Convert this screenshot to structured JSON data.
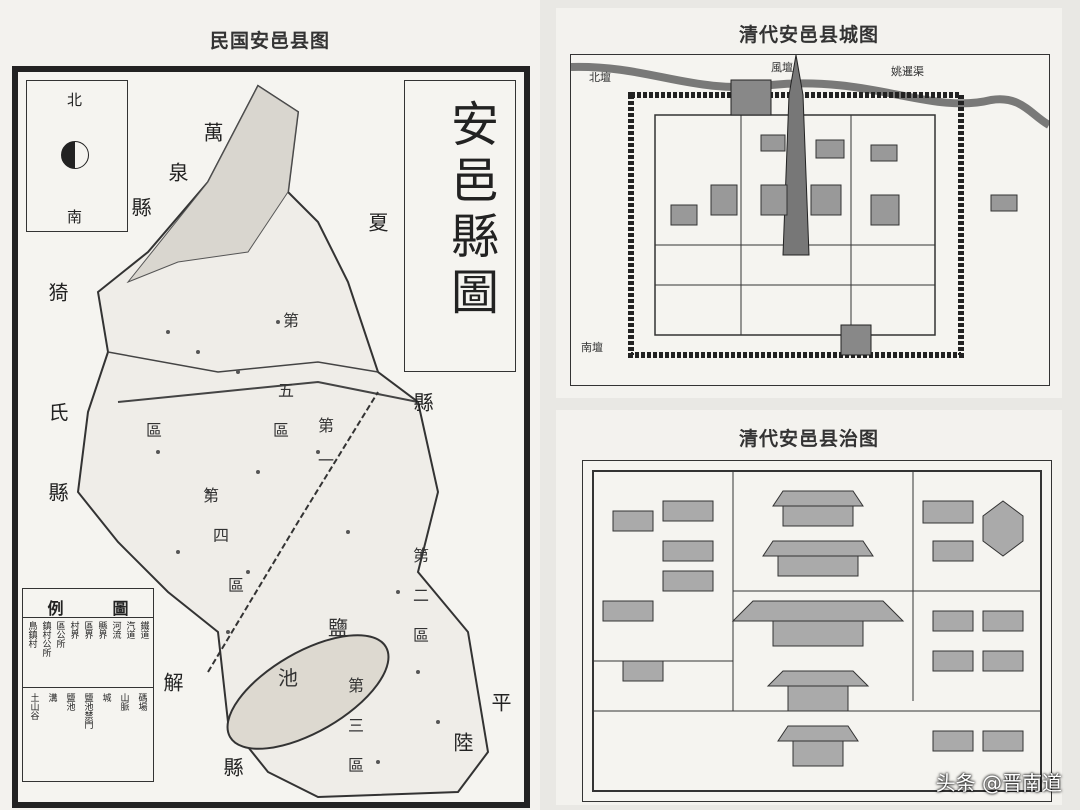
{
  "left_map": {
    "title": "民国安邑县图",
    "map_name": "安邑縣圖",
    "compass": {
      "north": "北",
      "south": "南"
    },
    "neighbors": [
      "萬",
      "泉",
      "縣",
      "夏",
      "猗",
      "氏",
      "縣",
      "解",
      "縣",
      "平",
      "陸",
      "縣"
    ],
    "districts": [
      "第",
      "五",
      "區",
      "第",
      "一",
      "區",
      "第",
      "四",
      "區",
      "第",
      "二",
      "區",
      "第",
      "三",
      "區"
    ],
    "salt_lake": [
      "鹽",
      "池"
    ],
    "legend": {
      "title_left": "例",
      "title_right": "圖",
      "row1": [
        "鐵道",
        "汽道",
        "河流",
        "縣界",
        "區界",
        "村界",
        "區公所",
        "鎮村公所",
        "鳥鎮村"
      ],
      "row2": [
        "碼場",
        "山脈",
        "城",
        "鹽池禁門",
        "鹽池",
        "溝",
        "土山谷"
      ]
    }
  },
  "top_right_map": {
    "title": "清代安邑县城图",
    "labels": [
      "北壇",
      "風壇",
      "姚暹渠",
      "南壇"
    ]
  },
  "bottom_right_map": {
    "title": "清代安邑县治图"
  },
  "watermark": "头条 @晋南道"
}
